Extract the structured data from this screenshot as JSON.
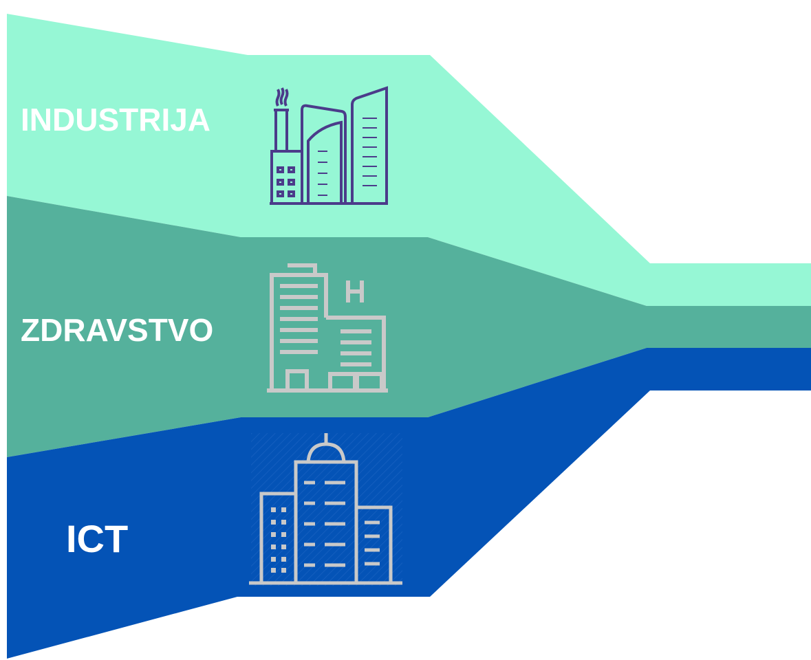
{
  "colors": {
    "industrija": "#96f7d5",
    "zdravstvo": "#55b19c",
    "ict": "#0453b6",
    "background": "#ffffff"
  },
  "segments": [
    {
      "label": "INDUSTRIJA",
      "icon": "factory-icon"
    },
    {
      "label": "ZDRAVSTVO",
      "icon": "hospital-icon"
    },
    {
      "label": "ICT",
      "icon": "office-building-icon"
    }
  ]
}
